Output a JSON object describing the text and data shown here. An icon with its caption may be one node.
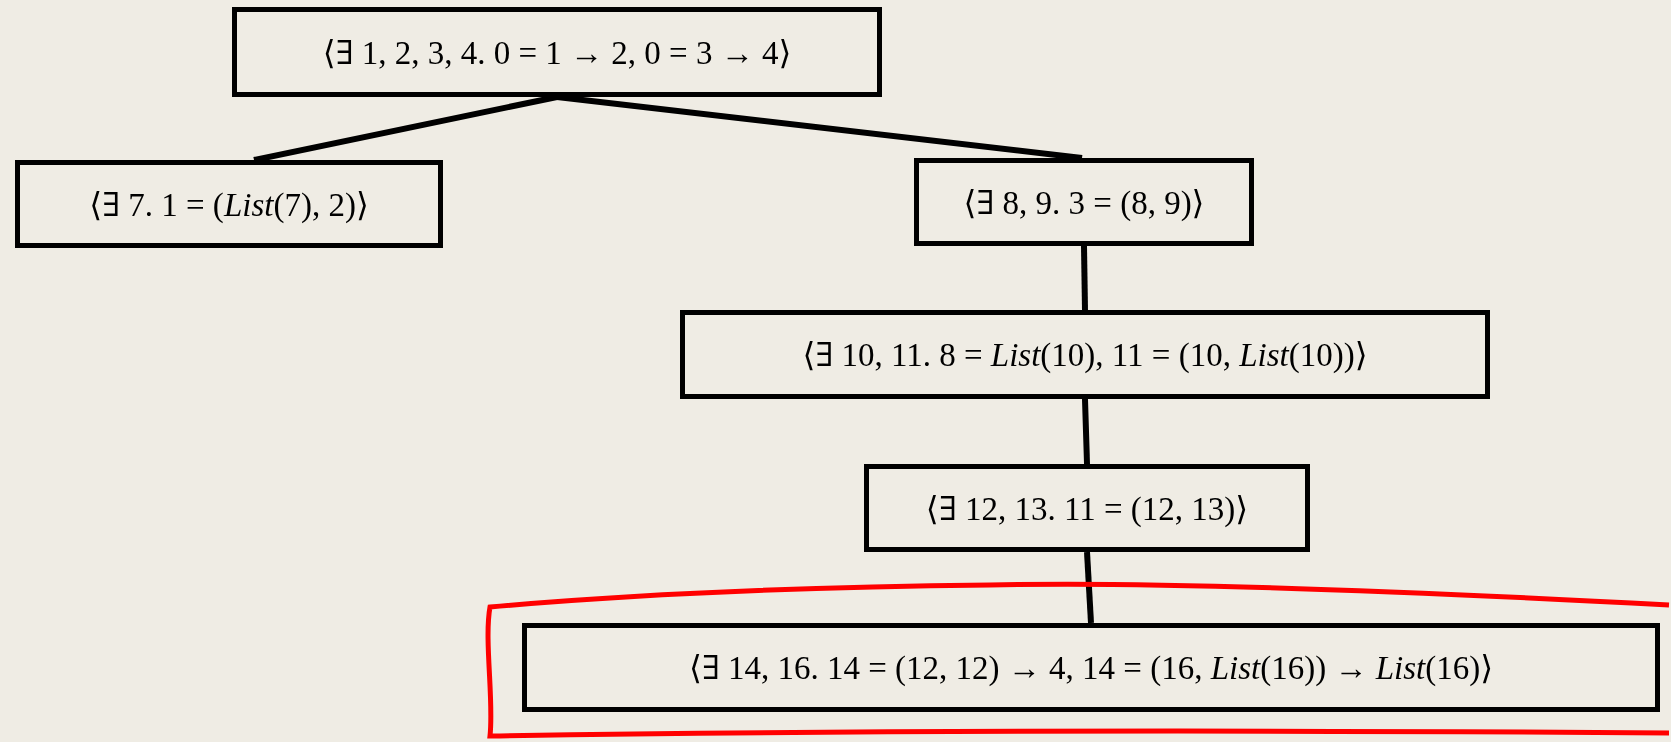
{
  "diagram": {
    "nodes": [
      {
        "text": [
          "⟨∃ 1, 2, 3, 4. 0 = 1 → 2, 0 = 3 → 4⟩"
        ]
      },
      {
        "text": [
          "⟨∃ 7. 1 = (*List*(7), 2)⟩"
        ]
      },
      {
        "text": [
          "⟨∃ 8, 9. 3 = (8, 9)⟩"
        ]
      },
      {
        "text": [
          "⟨∃ 10, 11. 8 = *List*(10), 11 = (10, *List*(10))⟩"
        ]
      },
      {
        "text": [
          "⟨∃ 12, 13. 11 = (12, 13)⟩"
        ]
      },
      {
        "text": [
          "⟨∃ 14, 16. 14 = (12, 12) → 4, 14 = (16, *List*(16)) → *List*(16)⟩"
        ]
      }
    ],
    "edges": [
      {
        "from": 0,
        "to": 1,
        "arrow": "none"
      },
      {
        "from": 0,
        "to": 2,
        "arrow": "none"
      },
      {
        "from": 2,
        "to": 3,
        "arrow": "none"
      },
      {
        "from": 3,
        "to": 4,
        "arrow": "none"
      },
      {
        "from": 4,
        "to": 5,
        "arrow": "none"
      }
    ]
  }
}
